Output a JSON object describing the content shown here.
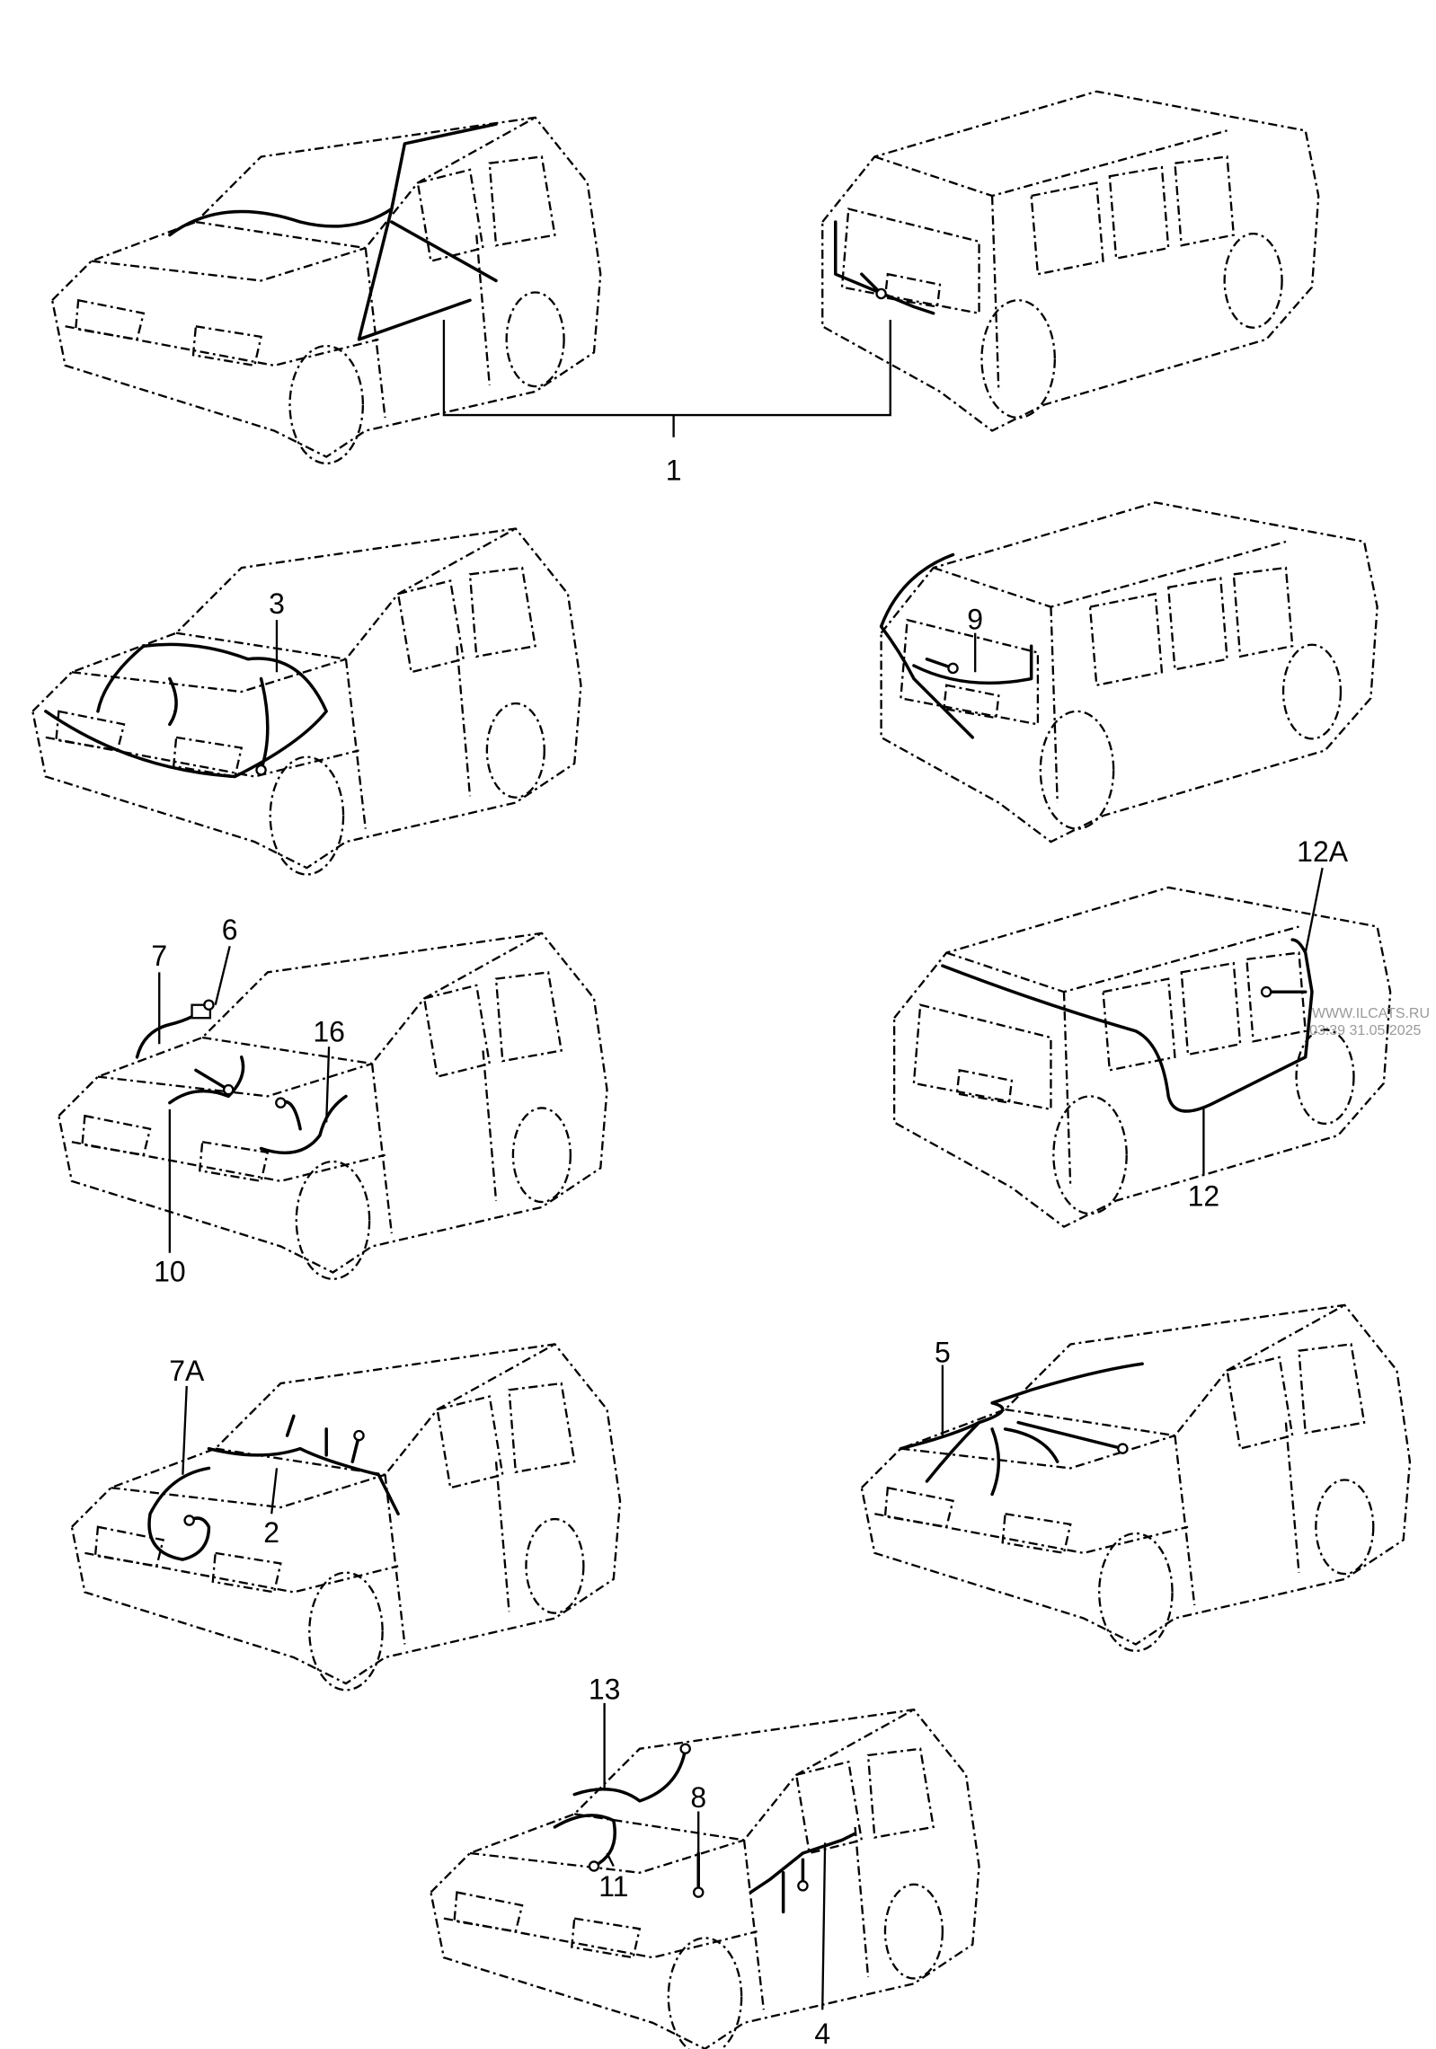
{
  "diagram": {
    "title": "Wiring harness overview",
    "callouts": {
      "c1": "1",
      "c2": "2",
      "c3": "3",
      "c4": "4",
      "c5": "5",
      "c6": "6",
      "c7": "7",
      "c7a": "7A",
      "c8": "8",
      "c9": "9",
      "c10": "10",
      "c11": "11",
      "c12": "12",
      "c12a": "12A",
      "c13": "13",
      "c16": "16"
    }
  },
  "watermark": {
    "site": "WWW.ILCATS.RU",
    "timestamp": "03:39 31.05.2025"
  }
}
